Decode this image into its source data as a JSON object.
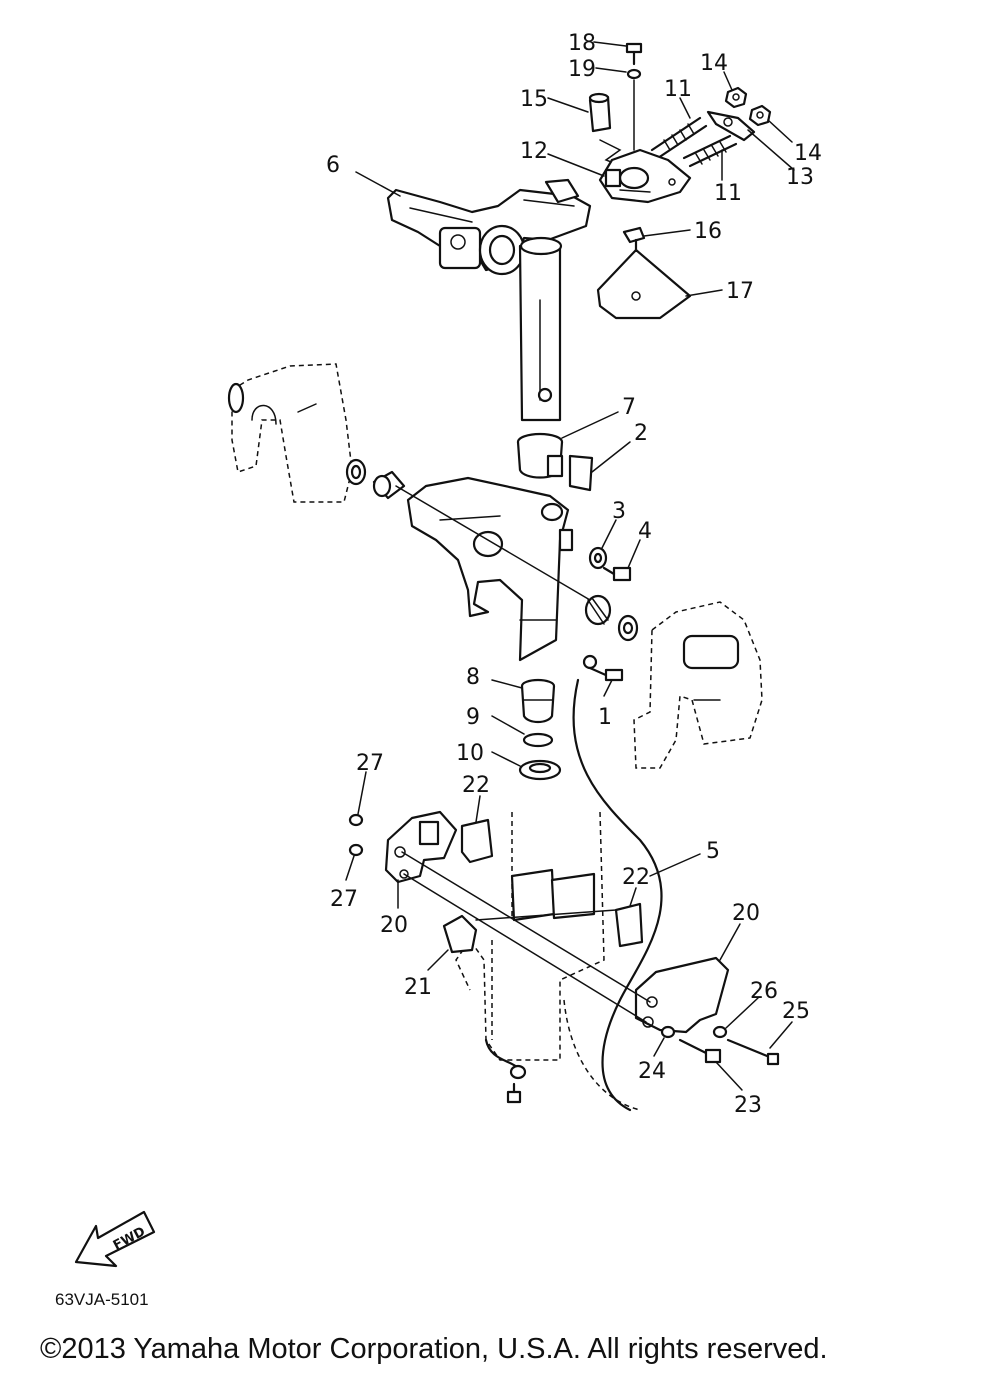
{
  "callouts": [
    {
      "id": "18",
      "label": "18"
    },
    {
      "id": "19",
      "label": "19"
    },
    {
      "id": "15",
      "label": "15"
    },
    {
      "id": "11a",
      "label": "11"
    },
    {
      "id": "14a",
      "label": "14"
    },
    {
      "id": "14b",
      "label": "14"
    },
    {
      "id": "12",
      "label": "12"
    },
    {
      "id": "13",
      "label": "13"
    },
    {
      "id": "11b",
      "label": "11"
    },
    {
      "id": "6",
      "label": "6"
    },
    {
      "id": "16",
      "label": "16"
    },
    {
      "id": "17",
      "label": "17"
    },
    {
      "id": "7",
      "label": "7"
    },
    {
      "id": "2",
      "label": "2"
    },
    {
      "id": "3",
      "label": "3"
    },
    {
      "id": "4",
      "label": "4"
    },
    {
      "id": "8",
      "label": "8"
    },
    {
      "id": "1",
      "label": "1"
    },
    {
      "id": "9",
      "label": "9"
    },
    {
      "id": "10",
      "label": "10"
    },
    {
      "id": "27a",
      "label": "27"
    },
    {
      "id": "22a",
      "label": "22"
    },
    {
      "id": "5",
      "label": "5"
    },
    {
      "id": "27b",
      "label": "27"
    },
    {
      "id": "20a",
      "label": "20"
    },
    {
      "id": "22b",
      "label": "22"
    },
    {
      "id": "20b",
      "label": "20"
    },
    {
      "id": "21",
      "label": "21"
    },
    {
      "id": "26",
      "label": "26"
    },
    {
      "id": "25",
      "label": "25"
    },
    {
      "id": "24",
      "label": "24"
    },
    {
      "id": "23",
      "label": "23"
    }
  ],
  "fwd_label": "FWD",
  "diagram_code": "63VJA-5101",
  "copyright": "©2013 Yamaha Motor Corporation, U.S.A. All rights reserved."
}
